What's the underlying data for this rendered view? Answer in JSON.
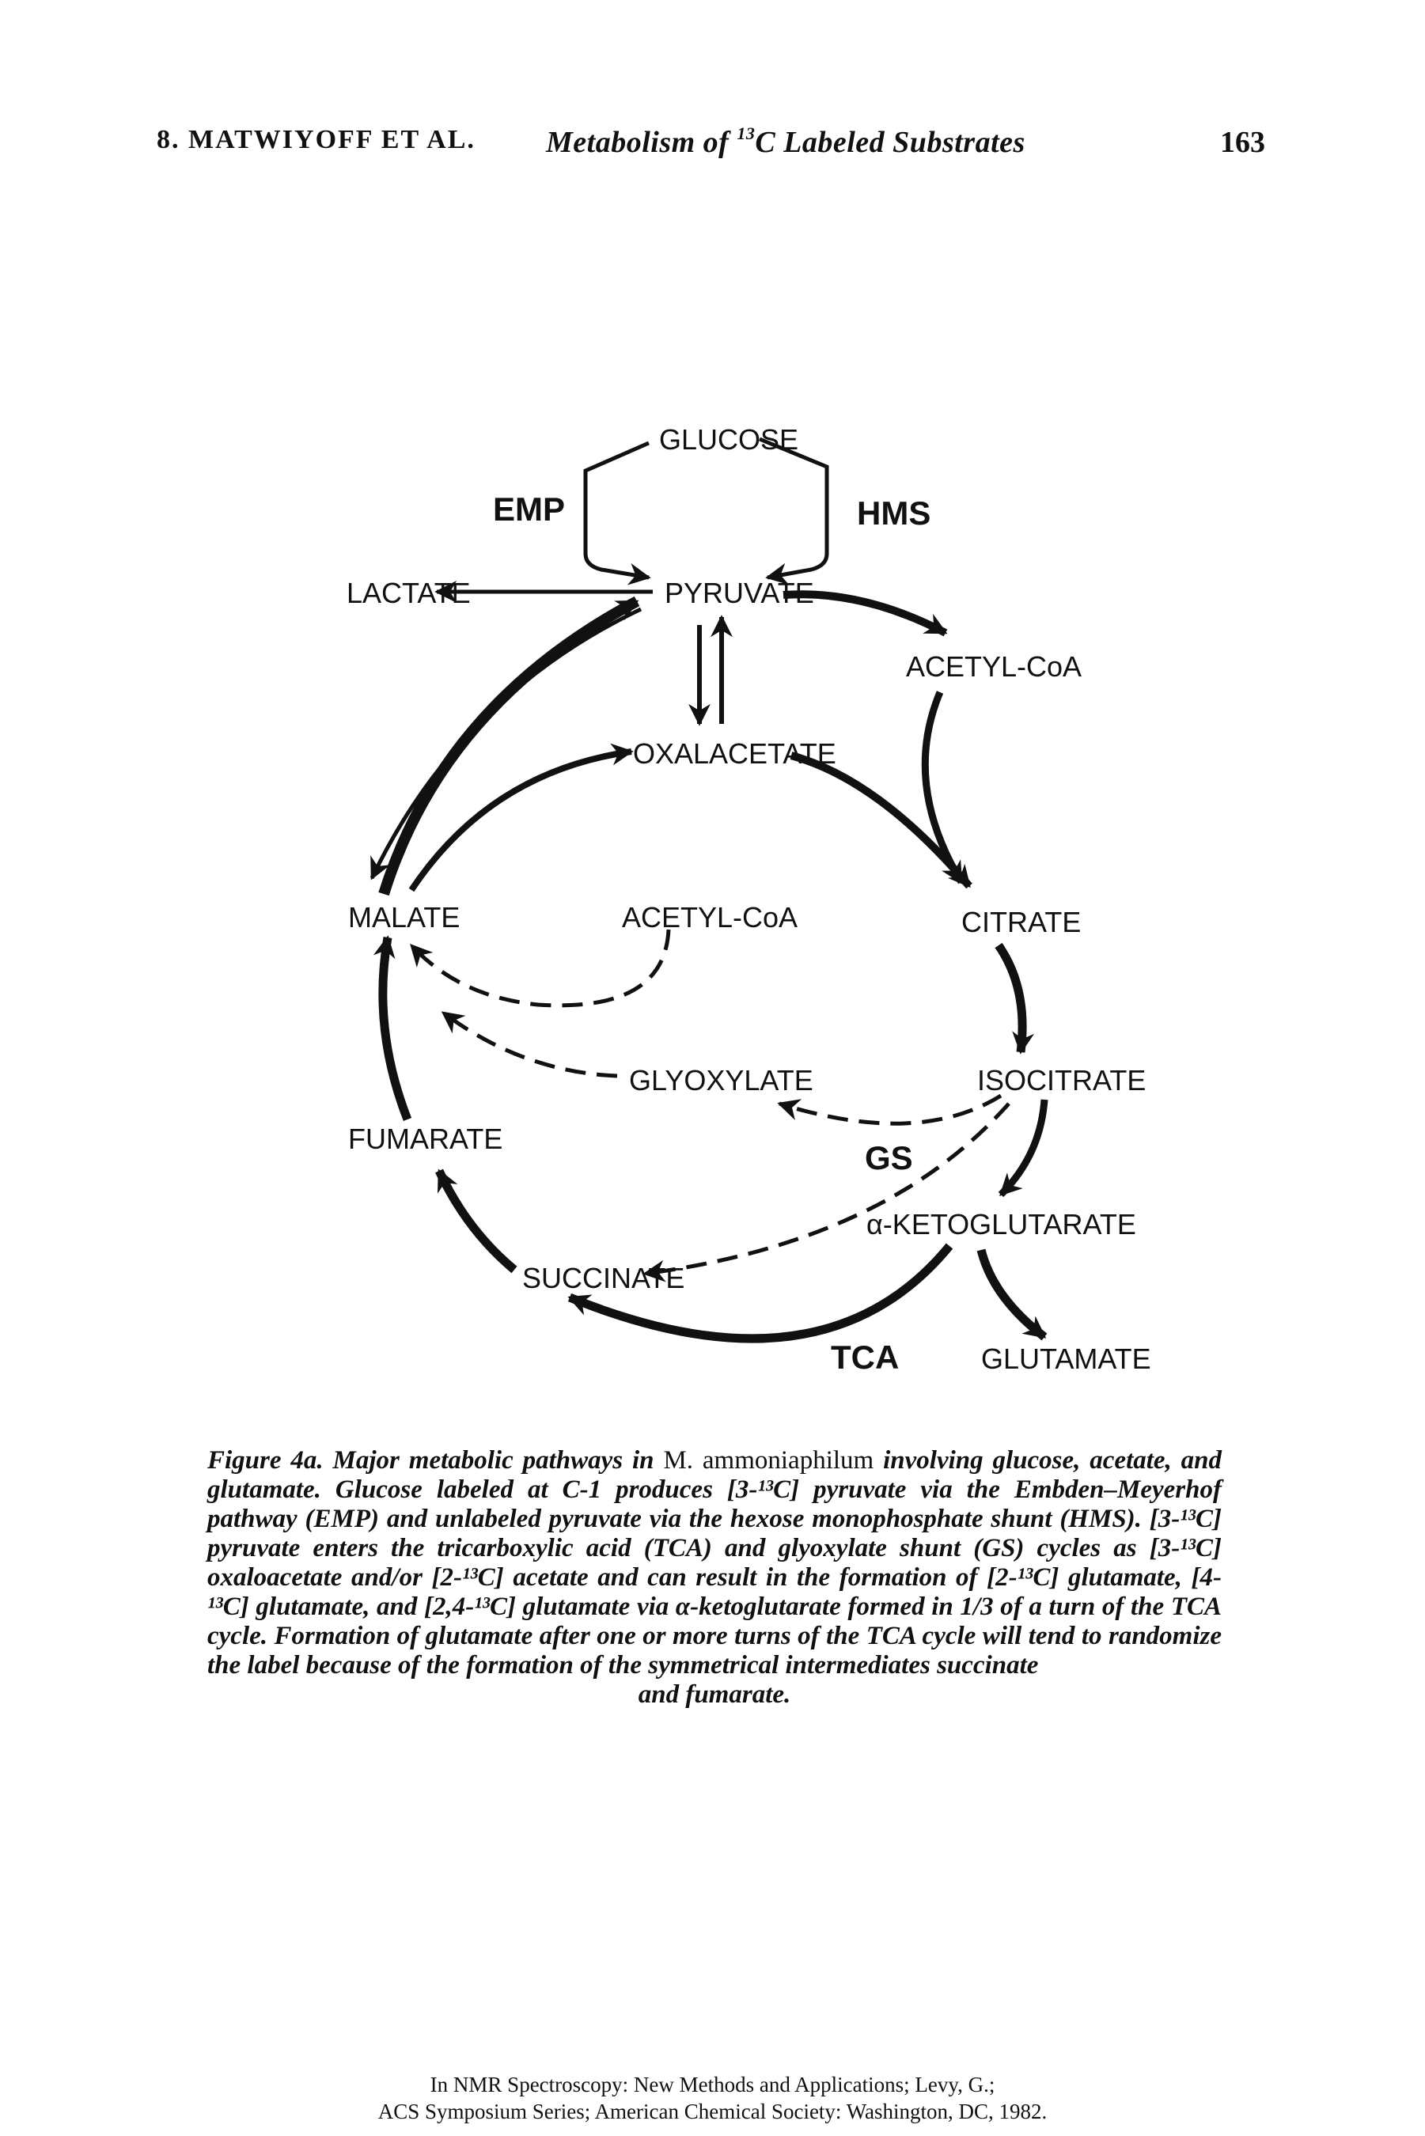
{
  "header": {
    "chapter": "8. MATWIYOFF ET AL.",
    "running_title_pre": "Metabolism of ",
    "running_title_sup": "13",
    "running_title_post": "C Labeled Substrates",
    "page_number": "163"
  },
  "figure": {
    "nodes": {
      "glucose": "GLUCOSE",
      "pyruvate": "PYRUVATE",
      "lactate": "LACTATE",
      "acetyl_coa_top": "ACETYL-CoA",
      "oxalacetate": "OXALACETATE",
      "malate": "MALATE",
      "acetyl_coa_mid": "ACETYL-CoA",
      "citrate": "CITRATE",
      "glyoxylate": "GLYOXYLATE",
      "isocitrate": "ISOCITRATE",
      "fumarate": "FUMARATE",
      "ketoglutarate": "α-KETOGLUTARATE",
      "succinate": "SUCCINATE",
      "glutamate": "GLUTAMATE"
    },
    "pathway_labels": {
      "emp": "EMP",
      "hms": "HMS",
      "gs": "GS",
      "tca": "TCA"
    }
  },
  "caption": {
    "label": "Figure 4a.",
    "text_1": "Major metabolic pathways in",
    "organism": "M. ammoniaphilum",
    "text_2": "involving glucose, acetate, and glutamate. Glucose labeled at C-1 produces [3-¹³C] pyruvate via the Embden–Meyerhof pathway (EMP) and unlabeled pyruvate via the hexose monophosphate shunt (HMS). [3-¹³C] pyruvate enters the tricarboxylic acid (TCA) and glyoxylate shunt (GS) cycles as [3-¹³C] oxaloacetate and/or [2-¹³C] acetate and can result in the formation of [2-¹³C] glutamate, [4-¹³C] glutamate, and [2,4-¹³C] glutamate via α-ketoglutarate formed in 1/3 of a turn of the TCA cycle. Formation of glutamate after one or more turns of the TCA cycle will tend to randomize the label because of the formation of the symmetrical intermediates succinate",
    "text_last": "and fumarate."
  },
  "footer": {
    "line1": "In NMR Spectroscopy: New Methods and Applications; Levy, G.;",
    "line2": "ACS Symposium Series; American Chemical Society: Washington, DC, 1982."
  }
}
